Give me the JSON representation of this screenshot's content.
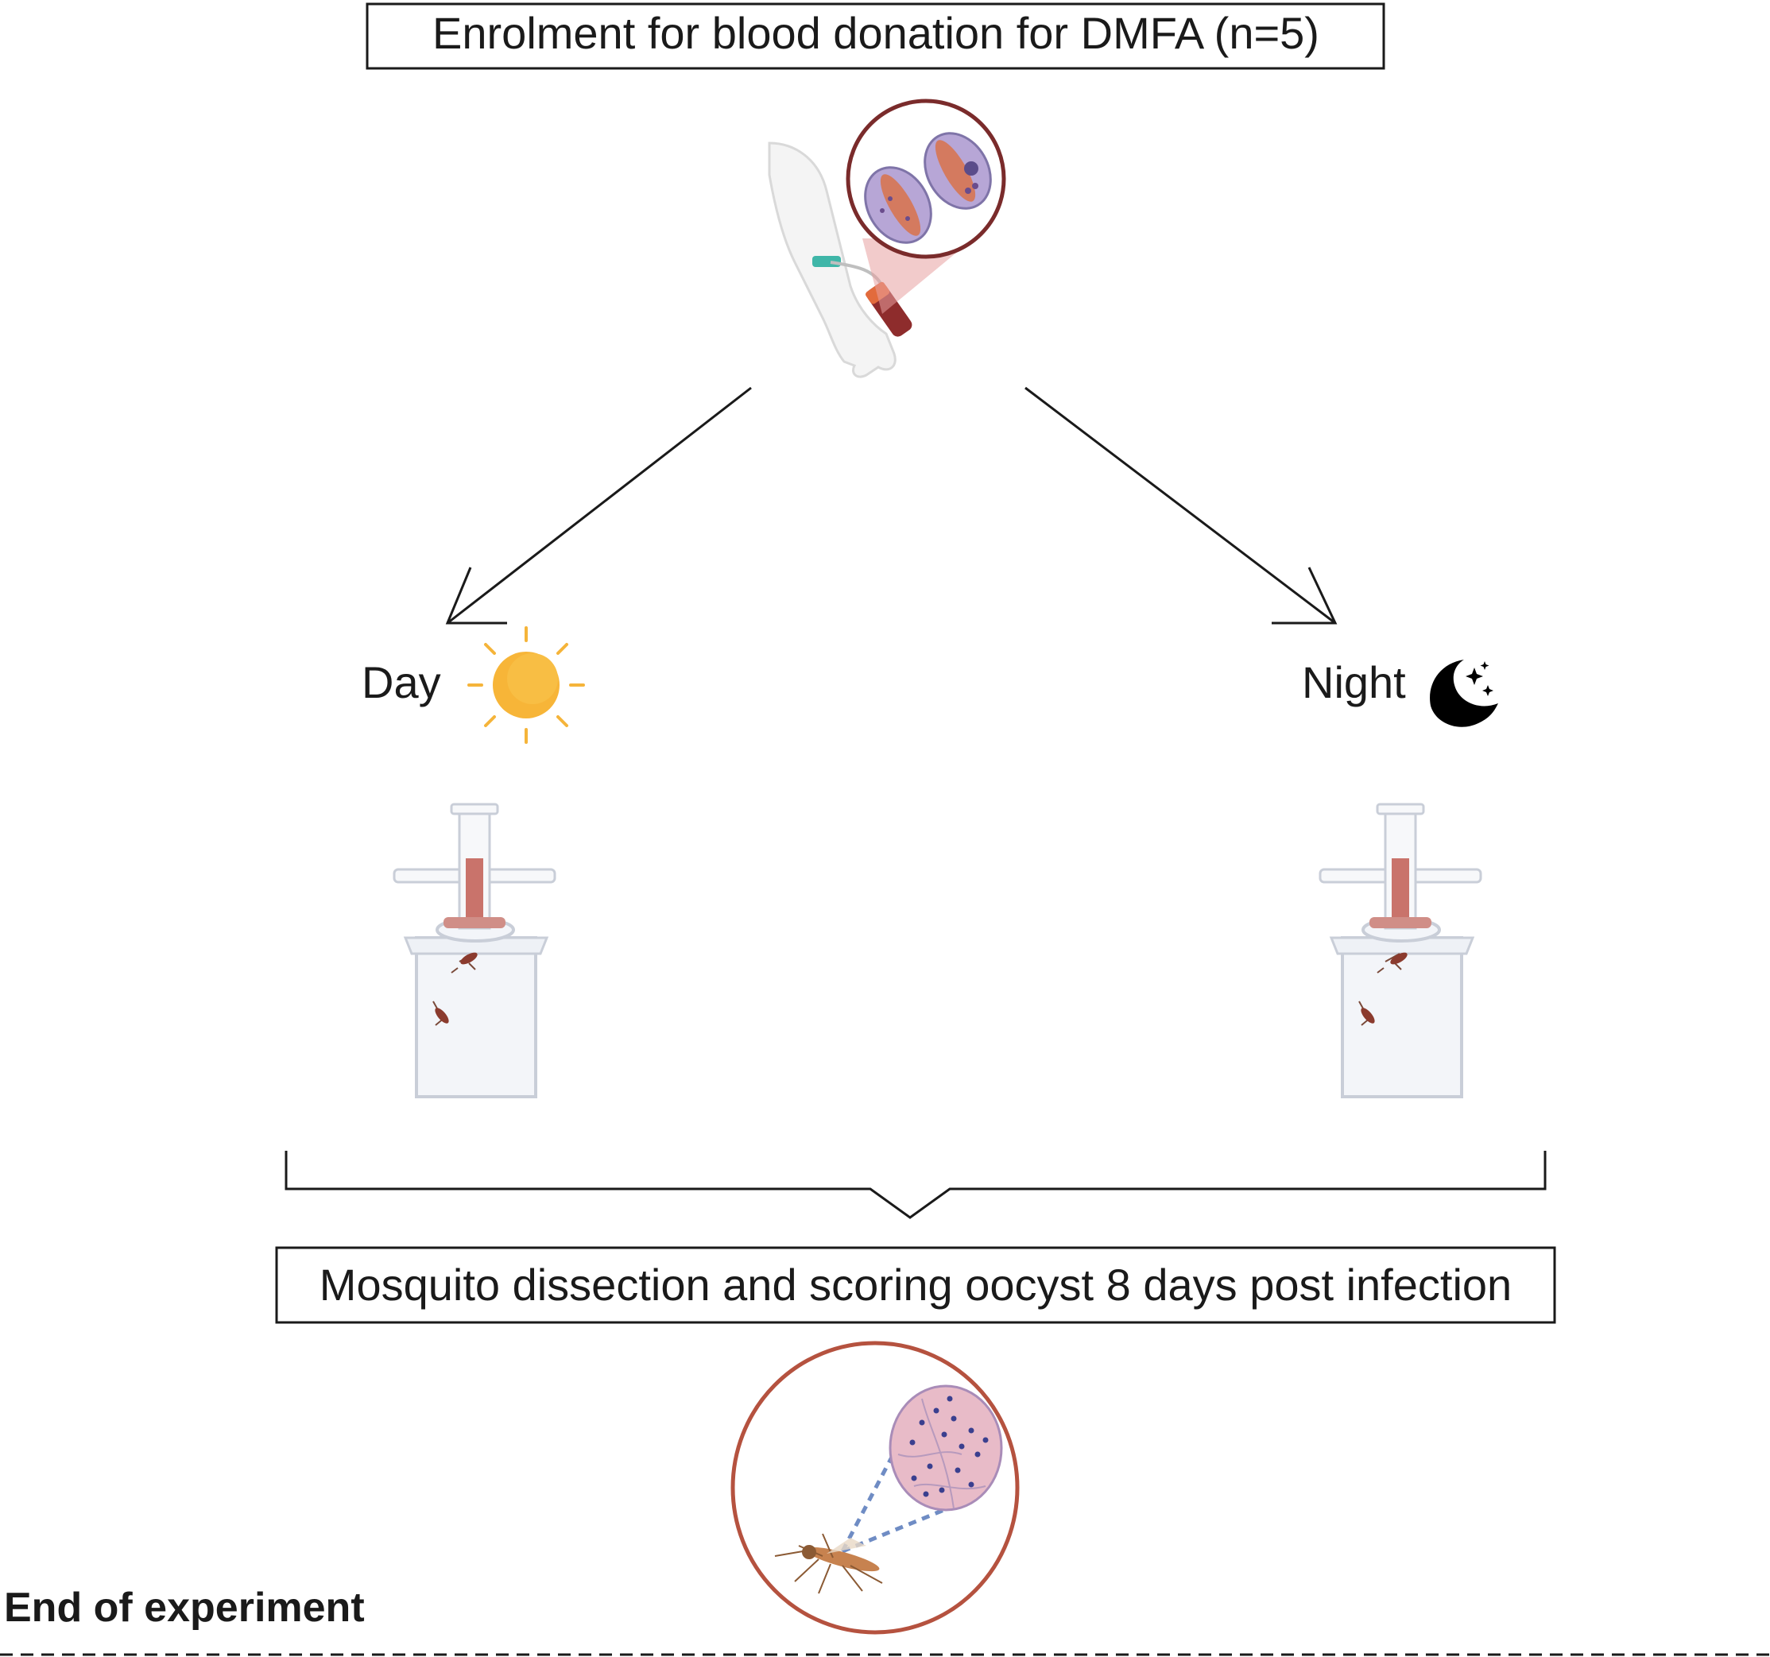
{
  "top_box": {
    "label": "Enrolment for blood donation for DMFA (n=5)"
  },
  "branches": {
    "day": {
      "label": "Day",
      "icon": "sun-icon"
    },
    "night": {
      "label": "Night",
      "icon": "moon-stars-icon"
    }
  },
  "bottom_box": {
    "label": "Mosquito dissection and scoring oocyst 8 days post infection"
  },
  "footer": {
    "label": "End of experiment"
  },
  "colors": {
    "line": "#1a1a1a",
    "sun": "#F7B538",
    "sun_rays": "#F5B43A",
    "moon": "#000000",
    "blood": "#C75B55",
    "cell_purple": "#A79BC8",
    "circle_border": "#B5523F",
    "gut_pink": "#E8BBC8",
    "gut_dots": "#3A3F8F"
  }
}
